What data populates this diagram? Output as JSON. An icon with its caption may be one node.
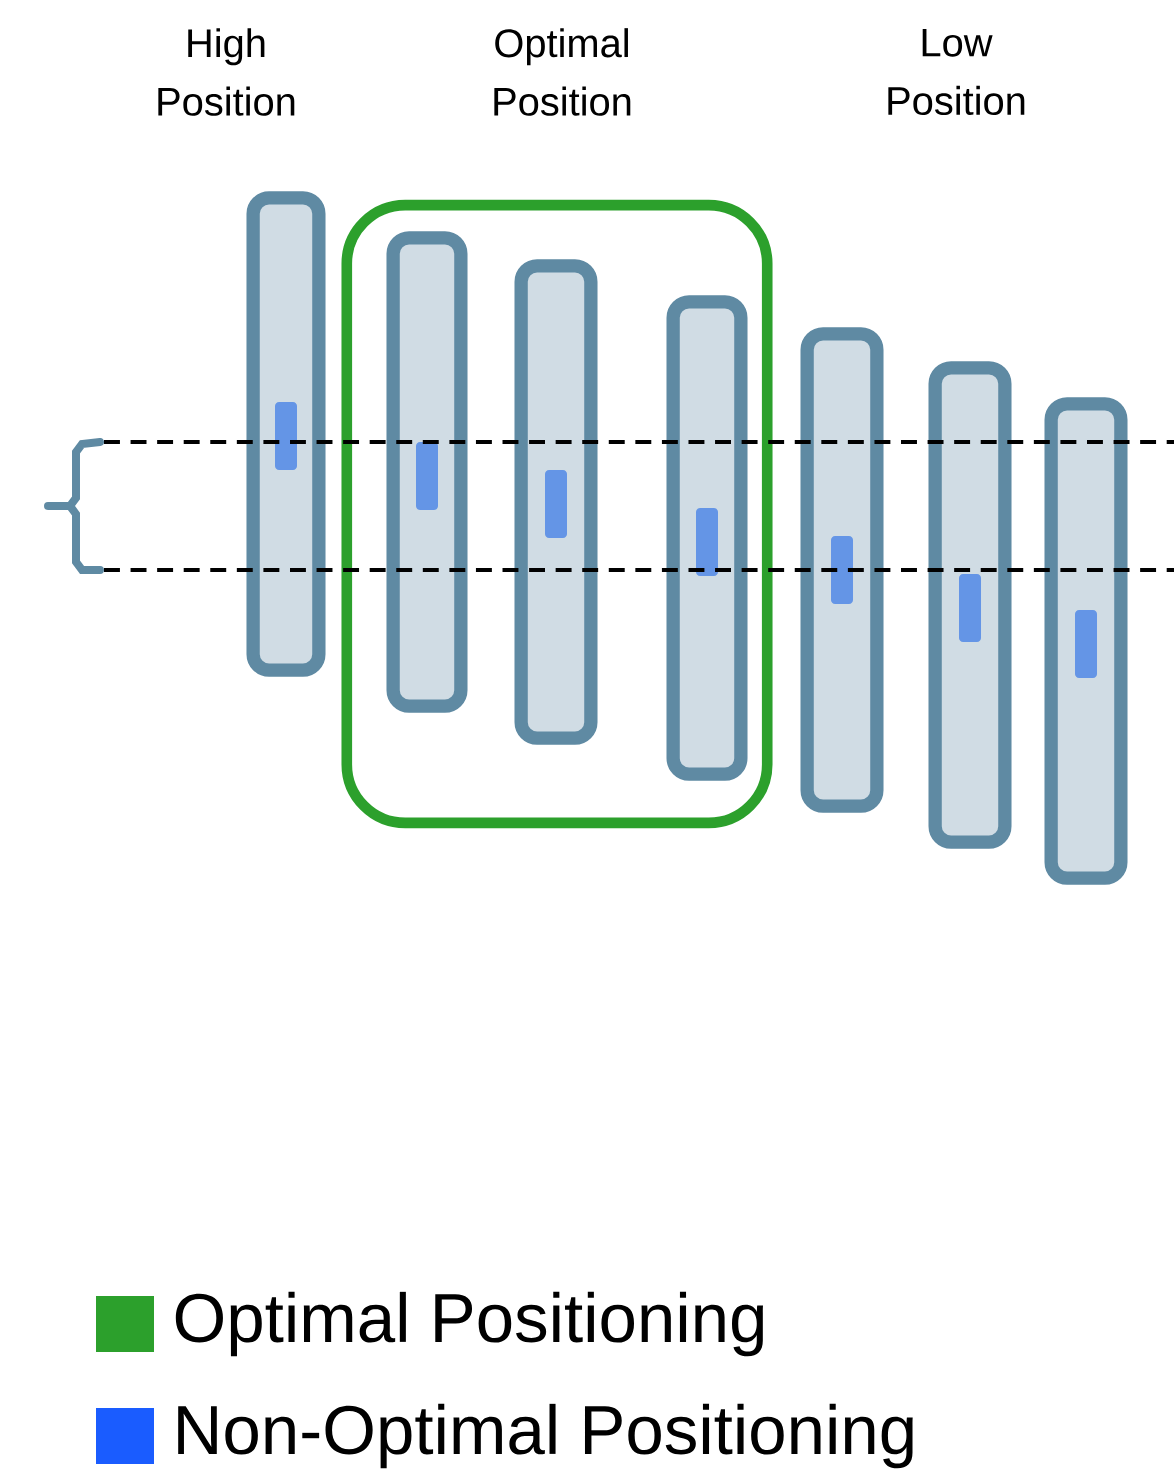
{
  "diagram": {
    "nodes": [
      {
        "text": [],
        "shape": "bar"
      },
      {
        "text": [],
        "shape": "box"
      },
      {
        "text": [],
        "shape": "bar",
        "in": 1
      },
      {
        "text": [],
        "shape": "bar",
        "in": 1
      },
      {
        "text": [],
        "shape": "bar",
        "in": 1
      },
      {
        "text": [],
        "shape": "bar"
      },
      {
        "text": [],
        "shape": "bar"
      },
      {
        "text": [],
        "shape": "bar"
      }
    ],
    "labels": [
      "High Position",
      "Optimal Position",
      "Low Position"
    ],
    "legend": [
      {
        "text": "Optimal Positioning",
        "color": "#2ca02c"
      },
      {
        "text": "Non-Optimal Positioning",
        "color": "#1a5cff"
      }
    ]
  }
}
